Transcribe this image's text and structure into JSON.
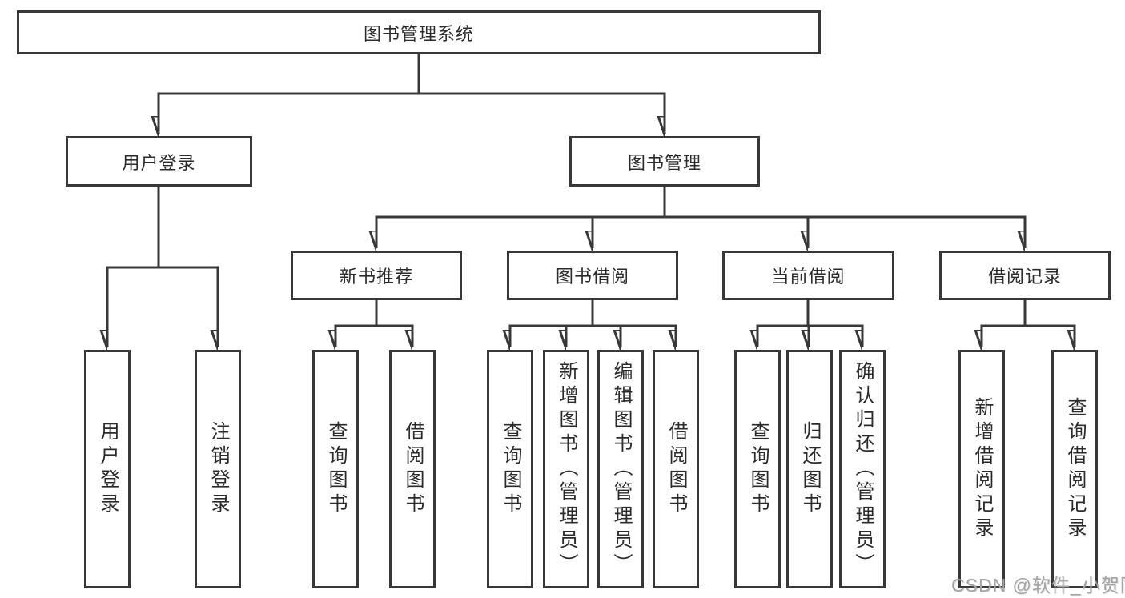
{
  "colors": {
    "line": "#383838",
    "box_border": "#383838",
    "box_fill": "#ffffff",
    "text": "#2b2b2b",
    "watermark": "#a3a3a3"
  },
  "watermark": {
    "text": "CSDN @软件_小贺同学"
  },
  "tree": {
    "label": "图书管理系统",
    "children": [
      {
        "label": "用户登录",
        "children": [
          {
            "label": "用户登录"
          },
          {
            "label": "注销登录"
          }
        ]
      },
      {
        "label": "图书管理",
        "children": [
          {
            "label": "新书推荐",
            "children": [
              {
                "label": "查询图书"
              },
              {
                "label": "借阅图书"
              }
            ]
          },
          {
            "label": "图书借阅",
            "children": [
              {
                "label": "查询图书"
              },
              {
                "label": "新增图书（管理员）"
              },
              {
                "label": "编辑图书（管理员）"
              },
              {
                "label": "借阅图书"
              }
            ]
          },
          {
            "label": "当前借阅",
            "children": [
              {
                "label": "查询图书"
              },
              {
                "label": "归还图书"
              },
              {
                "label": "确认归还（管理员）"
              }
            ]
          },
          {
            "label": "借阅记录",
            "children": [
              {
                "label": "新增借阅记录"
              },
              {
                "label": "查询借阅记录"
              }
            ]
          }
        ]
      }
    ]
  }
}
